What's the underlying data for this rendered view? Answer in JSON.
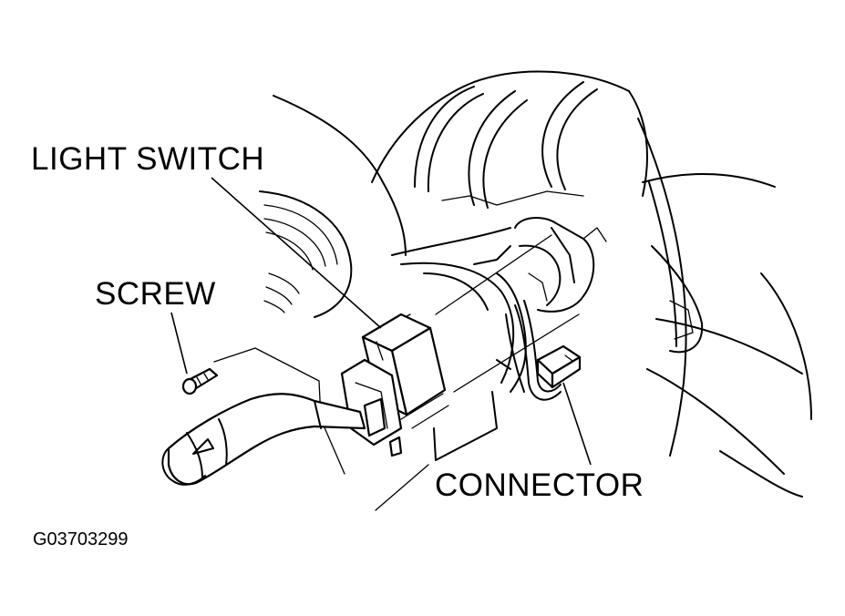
{
  "labels": {
    "light_switch": "LIGHT SWITCH",
    "screw": "SCREW",
    "connector": "CONNECTOR"
  },
  "figure_id": "G03703299",
  "colors": {
    "line": "#000000",
    "background": "#ffffff"
  }
}
